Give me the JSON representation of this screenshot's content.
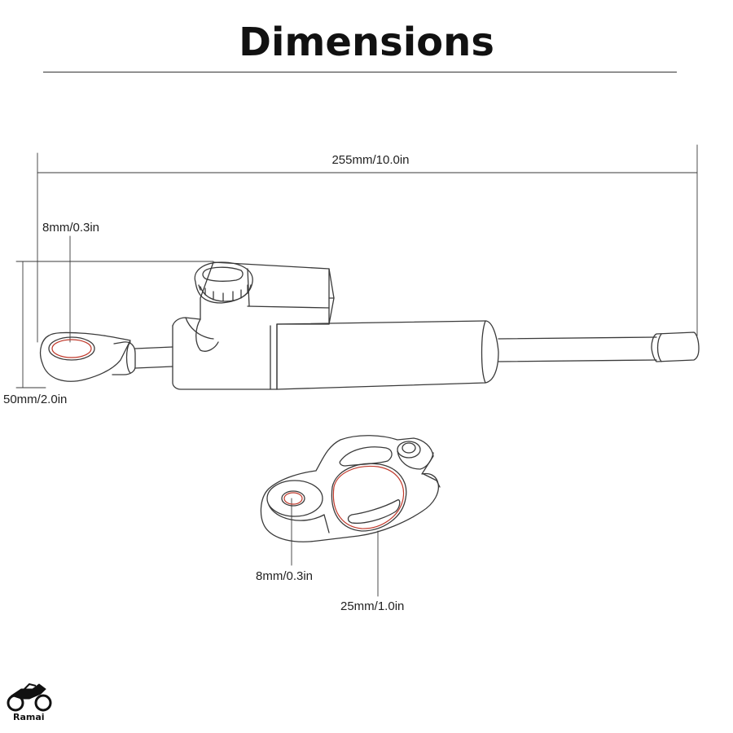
{
  "title": "Dimensions",
  "damper": {
    "length_label": "255mm/10.0in",
    "eye_hole_label": "8mm/0.3in",
    "height_label": "50mm/2.0in"
  },
  "clamp": {
    "bolt_hole_label": "8mm/0.3in",
    "tube_hole_label": "25mm/1.0in"
  },
  "brand": {
    "name": "Ramai",
    "icon": "motorcycle-icon"
  },
  "colors": {
    "line": "#3a3a3a",
    "hole_highlight": "#c0392b"
  }
}
